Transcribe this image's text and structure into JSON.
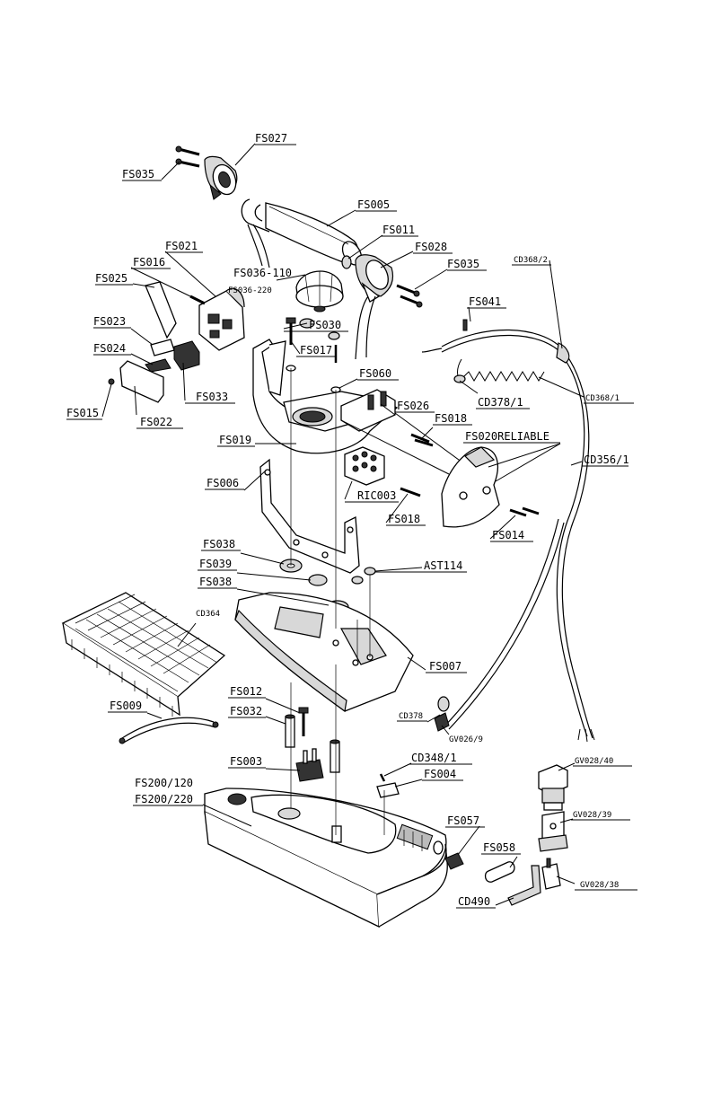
{
  "diagram": {
    "parts": {
      "fs027": "FS027",
      "fs035a": "FS035",
      "fs005": "FS005",
      "fs011": "FS011",
      "fs028": "FS028",
      "fs035b": "FS035",
      "fs021": "FS021",
      "fs016": "FS016",
      "fs025": "FS025",
      "fs036_110": "FS036-110",
      "fs036_220": "FS036-220",
      "fs030": "FS030",
      "fs023": "FS023",
      "fs017": "FS017",
      "fs024": "FS024",
      "fs033": "FS033",
      "fs060": "FS060",
      "fs015": "FS015",
      "fs022": "FS022",
      "fs026": "FS026",
      "fs018a": "FS018",
      "fs019": "FS019",
      "fs020": "FS020RELIABLE",
      "fs006": "FS006",
      "ric003": "RIC003",
      "fs018b": "FS018",
      "fs014": "FS014",
      "fs038a": "FS038",
      "fs039": "FS039",
      "ast114": "AST114",
      "fs038b": "FS038",
      "cd364": "CD364",
      "fs007": "FS007",
      "fs009": "FS009",
      "fs012": "FS012",
      "fs032": "FS032",
      "cd378": "CD378",
      "gv026_9": "GV026/9",
      "fs003": "FS003",
      "cd348_1": "CD348/1",
      "fs004": "FS004",
      "gv028_40": "GV028/40",
      "fs200_120": "FS200/120",
      "fs200_220": "FS200/220",
      "fs057": "FS057",
      "gv028_39": "GV028/39",
      "fs058": "FS058",
      "gv028_38": "GV028/38",
      "cd490": "CD490",
      "cd368_2": "CD368/2",
      "fs041": "FS041",
      "cd378_1": "CD378/1",
      "cd368_1": "CD368/1",
      "cd356_1": "CD356/1"
    }
  }
}
